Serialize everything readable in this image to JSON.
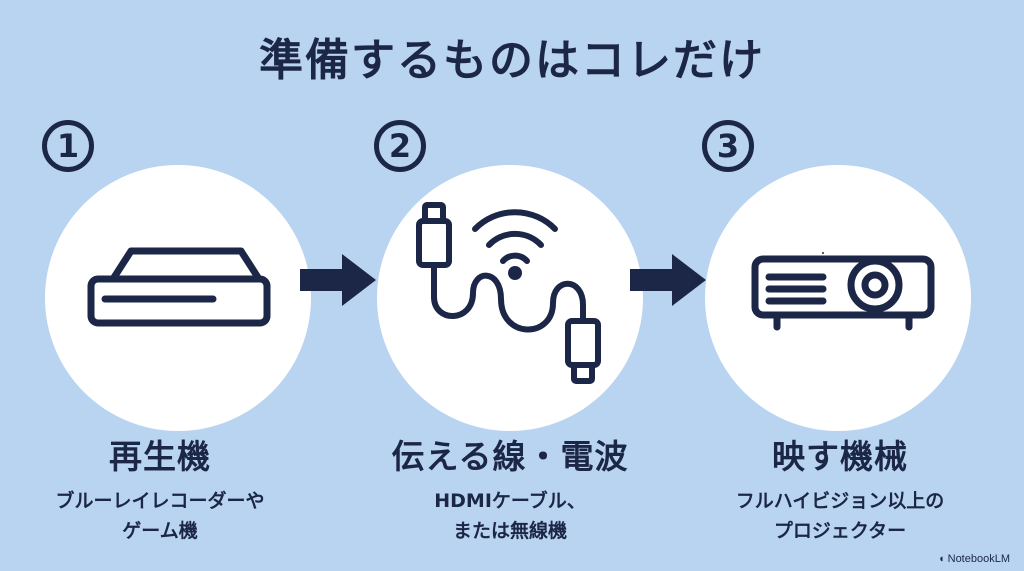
{
  "title": "準備するものはコレだけ",
  "steps": [
    {
      "number": "1",
      "icon": "blu-ray-recorder-icon",
      "title": "再生機",
      "desc": [
        "ブルーレイレコーダーや",
        "ゲーム機"
      ]
    },
    {
      "number": "2",
      "icon": "hdmi-cable-wireless-icon",
      "title": "伝える線・電波",
      "desc": [
        "HDMIケーブル、",
        "または無線機"
      ]
    },
    {
      "number": "3",
      "icon": "projector-icon",
      "title": "映す機械",
      "desc": [
        "フルハイビジョン以上の",
        "プロジェクター"
      ]
    }
  ],
  "brand": "NotebookLM",
  "colors": {
    "background": "#b9d4f1",
    "ink": "#1c2747",
    "circle": "#ffffff"
  }
}
